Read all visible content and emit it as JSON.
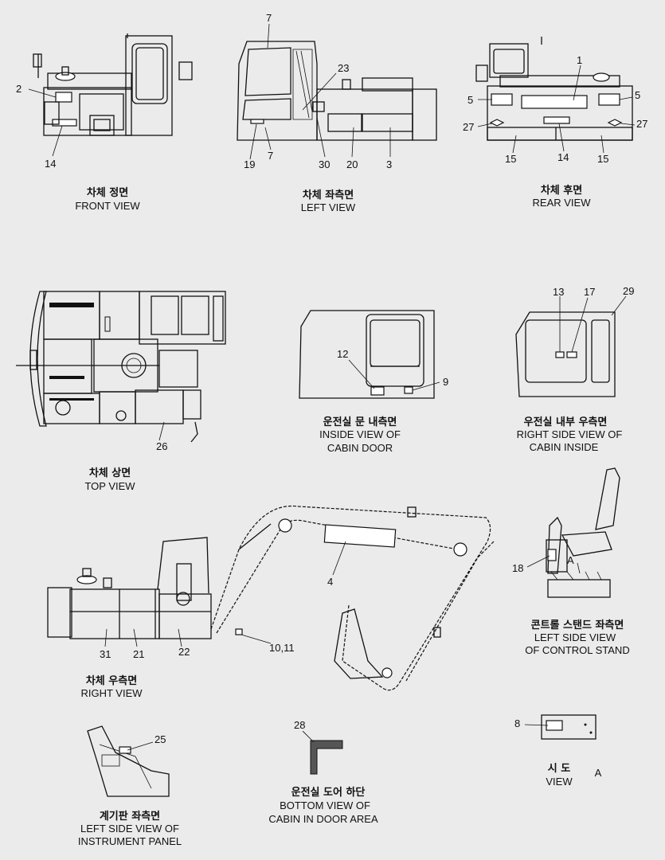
{
  "views": {
    "front": {
      "title_ko": "차체 정면",
      "title_en": "FRONT VIEW"
    },
    "left": {
      "title_ko": "차체 좌측면",
      "title_en": "LEFT VIEW"
    },
    "rear": {
      "title_ko": "차체 후면",
      "title_en": "REAR VIEW"
    },
    "top": {
      "title_ko": "차체 상면",
      "title_en": "TOP VIEW"
    },
    "cabin_door": {
      "title_ko": "운전실 문 내측면",
      "title_en_1": "INSIDE VIEW OF",
      "title_en_2": "CABIN DOOR"
    },
    "cabin_inside": {
      "title_ko": "우전실 내부 우측면",
      "title_en_1": "RIGHT SIDE VIEW OF",
      "title_en_2": "CABIN INSIDE"
    },
    "right": {
      "title_ko": "차체 우측면",
      "title_en": "RIGHT VIEW"
    },
    "control_stand": {
      "title_ko": "콘트롤 스탠드 좌측면",
      "title_en_1": "LEFT SIDE VIEW",
      "title_en_2": "OF CONTROL STAND"
    },
    "instrument": {
      "title_ko": "계기판 좌측면",
      "title_en_1": "LEFT SIDE VIEW OF",
      "title_en_2": "INSTRUMENT PANEL"
    },
    "door_bottom": {
      "title_ko": "운전실 도어 하단",
      "title_en_1": "BOTTOM VIEW OF",
      "title_en_2": "CABIN IN DOOR AREA"
    },
    "view_a": {
      "title_ko": "시 도",
      "title_en": "VIEW",
      "letter": "A"
    }
  },
  "callouts": {
    "front": [
      "2",
      "14"
    ],
    "left": [
      "7",
      "23",
      "19",
      "7",
      "30",
      "20",
      "3"
    ],
    "rear": [
      "1",
      "5",
      "5",
      "27",
      "27",
      "15",
      "14",
      "15"
    ],
    "top": [
      "26"
    ],
    "cabin_door": [
      "12",
      "9"
    ],
    "cabin_inside": [
      "13",
      "17",
      "29"
    ],
    "right": [
      "4",
      "31",
      "21",
      "22",
      "10,11"
    ],
    "control_stand": [
      "18",
      "A"
    ],
    "instrument": [
      "25"
    ],
    "door_bottom": [
      "28"
    ],
    "view_a": [
      "8"
    ]
  }
}
